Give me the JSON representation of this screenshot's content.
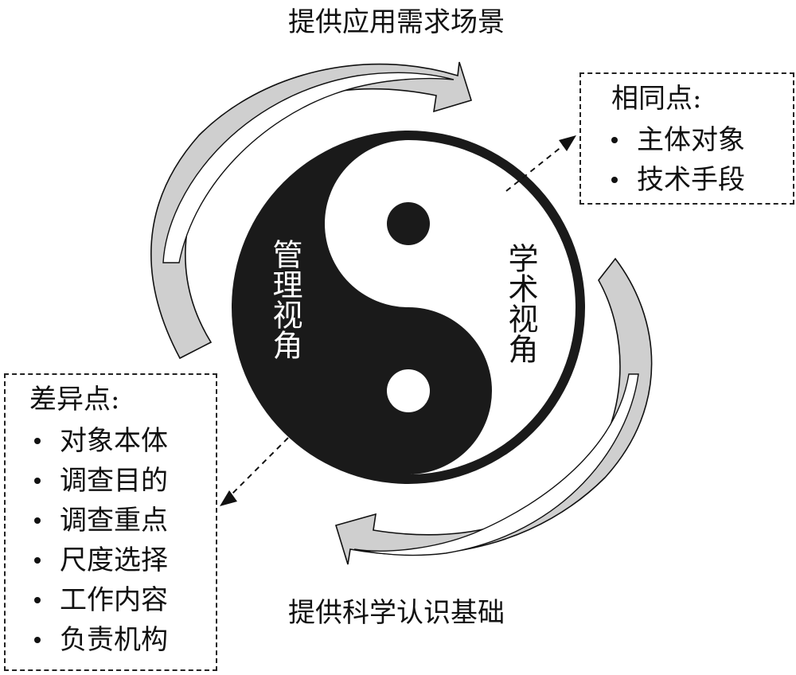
{
  "top_label": "提供应用需求场景",
  "bottom_label": "提供科学认识基础",
  "left_half_label": "管理视角",
  "right_half_label": "学术视角",
  "similarities": {
    "title": "相同点:",
    "items": [
      "主体对象",
      "技术手段"
    ]
  },
  "differences": {
    "title": "差异点:",
    "items": [
      "对象本体",
      "调查目的",
      "调查重点",
      "尺度选择",
      "工作内容",
      "负责机构"
    ]
  },
  "colors": {
    "yin": "#1a1a1a",
    "yang": "#ffffff",
    "arrow_fill": "#cfcfcf",
    "line": "#111111"
  }
}
